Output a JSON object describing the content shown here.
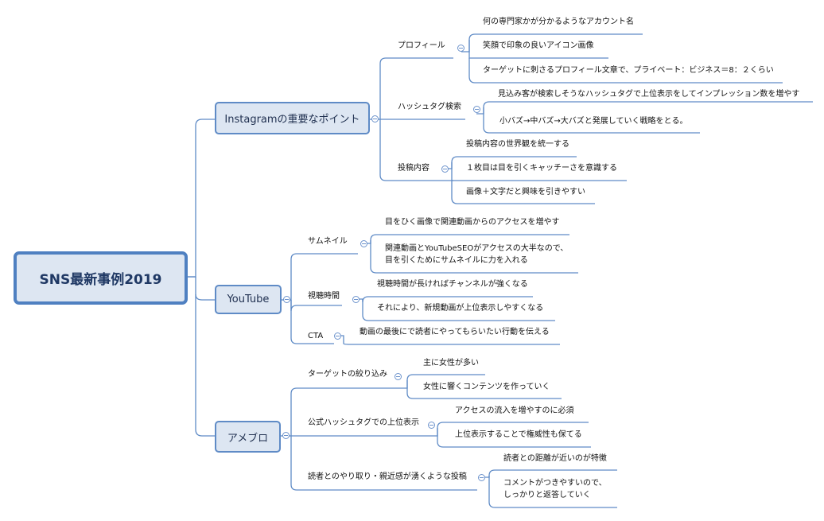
{
  "root": {
    "label": "SNS最新事例2019"
  },
  "branches": [
    {
      "label": "Instagramの重要なポイント",
      "topics": [
        {
          "label": "プロフィール",
          "items": [
            "何の専門家かが分かるようなアカウント名",
            "笑顔で印象の良いアイコン画像",
            "ターゲットに刺さるプロフィール文章で、プライベート：ビジネス＝8：２くらい"
          ]
        },
        {
          "label": "ハッシュタグ検索",
          "items": [
            "見込み客が検索しそうなハッシュタグで上位表示をしてインプレッション数を増やす",
            "小バズ→中バズ→大バズと発展していく戦略をとる。"
          ]
        },
        {
          "label": "投稿内容",
          "items": [
            "投稿内容の世界観を統一する",
            "１枚目は目を引くキャッチーさを意識する",
            "画像＋文字だと興味を引きやすい"
          ]
        }
      ]
    },
    {
      "label": "YouTube",
      "topics": [
        {
          "label": "サムネイル",
          "items": [
            "目をひく画像で関連動画からのアクセスを増やす",
            "関連動画とYouTubeSEOがアクセスの大半なので、",
            "目を引くためにサムネイルに力を入れる"
          ]
        },
        {
          "label": "視聴時間",
          "items": [
            "視聴時間が長ければチャンネルが強くなる",
            "それにより、新規動画が上位表示しやすくなる"
          ]
        },
        {
          "label": "CTA",
          "items": [
            "動画の最後にで読者にやってもらいたい行動を伝える"
          ]
        }
      ]
    },
    {
      "label": "アメブロ",
      "topics": [
        {
          "label": "ターゲットの絞り込み",
          "items": [
            "主に女性が多い",
            "女性に響くコンテンツを作っていく"
          ]
        },
        {
          "label": "公式ハッシュタグでの上位表示",
          "items": [
            "アクセスの流入を増やすのに必須",
            "上位表示することで権威性も保てる"
          ]
        },
        {
          "label": "読者とのやり取り・親近感が湧くような投稿",
          "items": [
            "読者との距離が近いのが特徴",
            "コメントがつきやすいので、",
            "しっかりと返答していく"
          ]
        }
      ]
    }
  ]
}
